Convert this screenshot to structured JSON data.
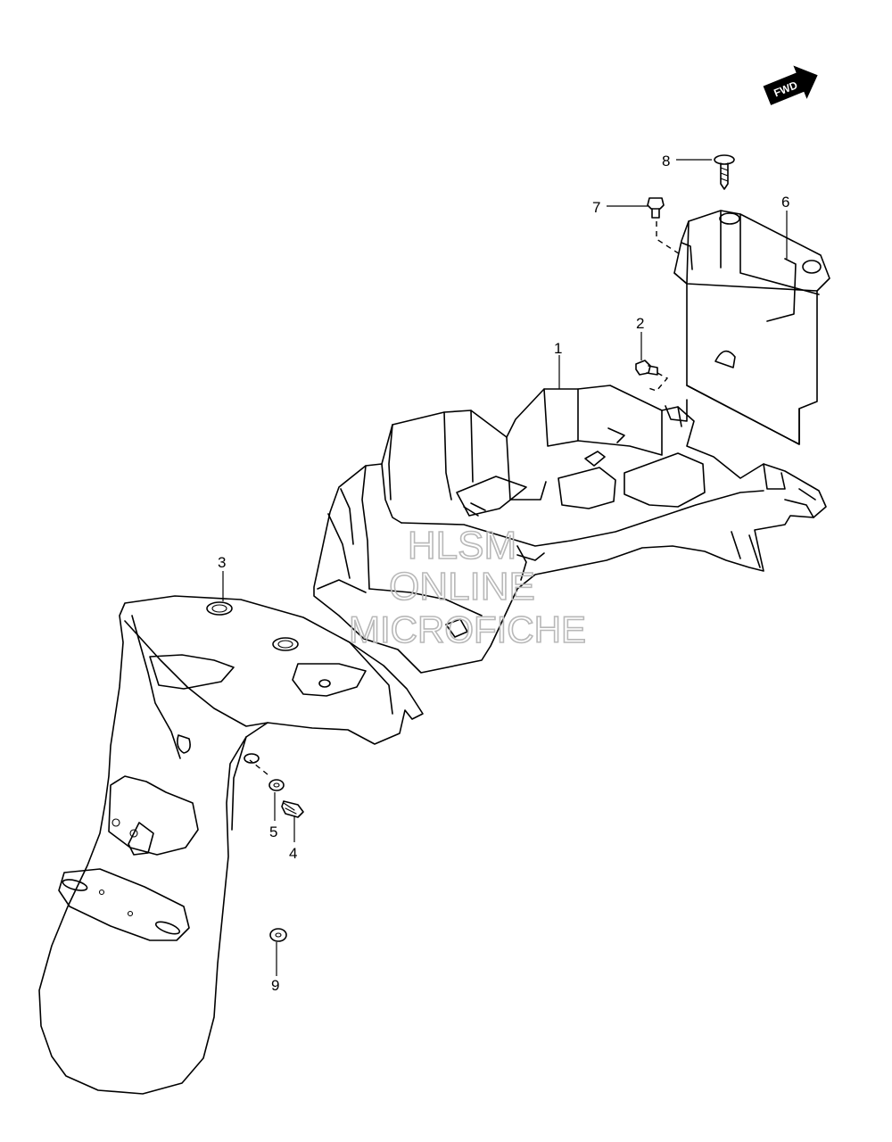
{
  "direction_badge": {
    "text": "FWD"
  },
  "callouts": [
    {
      "id": "1",
      "label": "1"
    },
    {
      "id": "2",
      "label": "2"
    },
    {
      "id": "3",
      "label": "3"
    },
    {
      "id": "4",
      "label": "4"
    },
    {
      "id": "5",
      "label": "5"
    },
    {
      "id": "6",
      "label": "6"
    },
    {
      "id": "7",
      "label": "7"
    },
    {
      "id": "8",
      "label": "8"
    },
    {
      "id": "9",
      "label": "9"
    }
  ],
  "watermark": {
    "line1": "HLSM",
    "line2": "ONLINE",
    "line3": "MICROFICHE",
    "color": "#b8b8b8"
  },
  "colors": {
    "line": "#000000",
    "background": "#ffffff"
  }
}
